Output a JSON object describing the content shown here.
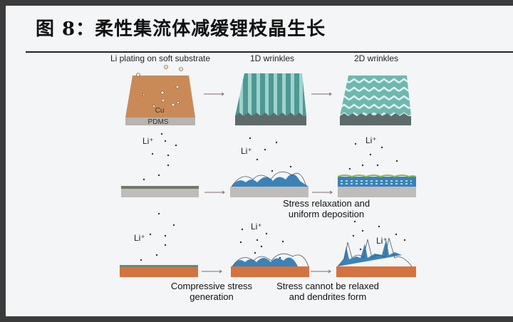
{
  "title": "图 8：柔性集流体减缓锂枝晶生长",
  "panel_labels": {
    "soft_substrate": "Li plating on soft substrate",
    "wrinkles_1d": "1D wrinkles",
    "wrinkles_2d": "2D wrinkles",
    "cu": "Cu",
    "pdms": "PDMS"
  },
  "ion_label": "Li⁺",
  "captions": {
    "relax_line1": "Stress relaxation and",
    "relax_line2": "uniform deposition",
    "compress_line1": "Compressive stress",
    "compress_line2": "generation",
    "dendrite_line1": "Stress cannot be relaxed",
    "dendrite_line2": "and dendrites form"
  },
  "colors": {
    "copper": "#c98a58",
    "pdms": "#b8b4b2",
    "wrinkle": "#5aa39e",
    "lithium": "#3a83b8",
    "substrate_orange": "#d5733f",
    "frame": "#3b3b3b"
  }
}
